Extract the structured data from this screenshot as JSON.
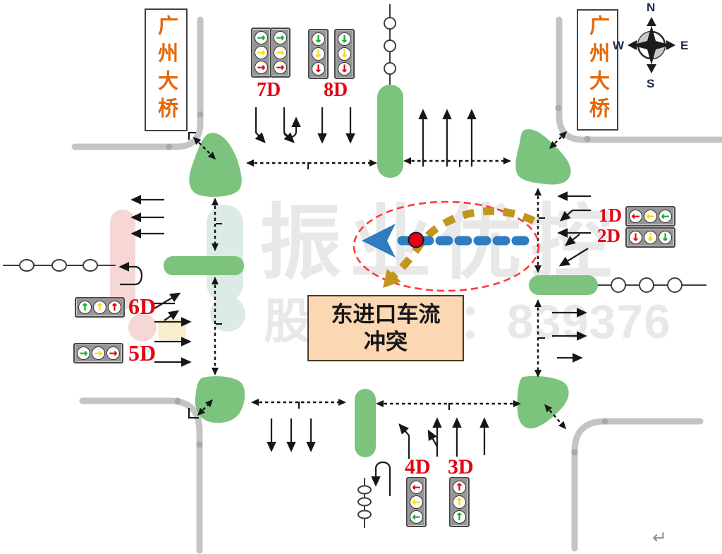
{
  "bridges": {
    "left": "广州大桥",
    "right": "广州大桥"
  },
  "compass": {
    "north": "N",
    "east": "E",
    "south": "S",
    "west": "W"
  },
  "callout": {
    "line1": "东进口车流",
    "line2": "冲突"
  },
  "watermark": {
    "brand": "振业优控",
    "stock": "股票代码：839376"
  },
  "footer": {
    "return_mark": "↵"
  },
  "colors": {
    "road": "#c4c4c4",
    "island": "#7cc47d",
    "label_red": "#e30613",
    "bridge_orange": "#e4670a",
    "callout_bg": "#fcd7b3",
    "flow_blue": "#2f7cc0",
    "flow_gold": "#c2951c",
    "conflict_red": "#ff3a3a",
    "dot_red": "#e8001a",
    "wm_gray": "#e8e8e8",
    "light_green": "#12b01f",
    "light_yellow": "#ffd900",
    "light_red": "#e60012"
  },
  "signals": [
    {
      "id": "1D",
      "label": "1D",
      "layout": "h",
      "groups": [
        [
          {
            "color": "red",
            "arrow": "left"
          },
          {
            "color": "yellow",
            "arrow": "left"
          },
          {
            "color": "green",
            "arrow": "left"
          }
        ]
      ]
    },
    {
      "id": "2D",
      "label": "2D",
      "layout": "h",
      "groups": [
        [
          {
            "color": "red",
            "arrow": "down"
          },
          {
            "color": "yellow",
            "arrow": "down"
          },
          {
            "color": "green",
            "arrow": "down"
          }
        ]
      ]
    },
    {
      "id": "3D",
      "label": "3D",
      "layout": "v",
      "groups": [
        [
          {
            "color": "red",
            "arrow": "up"
          },
          {
            "color": "yellow",
            "arrow": "up"
          },
          {
            "color": "green",
            "arrow": "up"
          }
        ]
      ]
    },
    {
      "id": "4D",
      "label": "4D",
      "layout": "v",
      "groups": [
        [
          {
            "color": "red",
            "arrow": "left"
          },
          {
            "color": "yellow",
            "arrow": "left"
          },
          {
            "color": "green",
            "arrow": "left"
          }
        ]
      ]
    },
    {
      "id": "5D",
      "label": "5D",
      "layout": "h",
      "groups": [
        [
          {
            "color": "green",
            "arrow": "right"
          },
          {
            "color": "yellow",
            "arrow": "right"
          },
          {
            "color": "red",
            "arrow": "right"
          }
        ]
      ]
    },
    {
      "id": "6D",
      "label": "6D",
      "layout": "h",
      "groups": [
        [
          {
            "color": "green",
            "arrow": "up"
          },
          {
            "color": "yellow",
            "arrow": "up"
          },
          {
            "color": "red",
            "arrow": "up"
          }
        ]
      ]
    },
    {
      "id": "7D",
      "label": "7D",
      "layout": "v",
      "groups": [
        [
          {
            "color": "green",
            "arrow": "right"
          },
          {
            "color": "yellow",
            "arrow": "right"
          },
          {
            "color": "red",
            "arrow": "right"
          }
        ],
        [
          {
            "color": "green",
            "arrow": "right"
          },
          {
            "color": "yellow",
            "arrow": "right"
          },
          {
            "color": "red",
            "arrow": "right"
          }
        ]
      ]
    },
    {
      "id": "8D",
      "label": "8D",
      "layout": "v",
      "groups": [
        [
          {
            "color": "green",
            "arrow": "down"
          },
          {
            "color": "yellow",
            "arrow": "down"
          },
          {
            "color": "red",
            "arrow": "down"
          }
        ],
        [
          {
            "color": "green",
            "arrow": "down"
          },
          {
            "color": "yellow",
            "arrow": "down"
          },
          {
            "color": "red",
            "arrow": "down"
          }
        ]
      ]
    }
  ]
}
